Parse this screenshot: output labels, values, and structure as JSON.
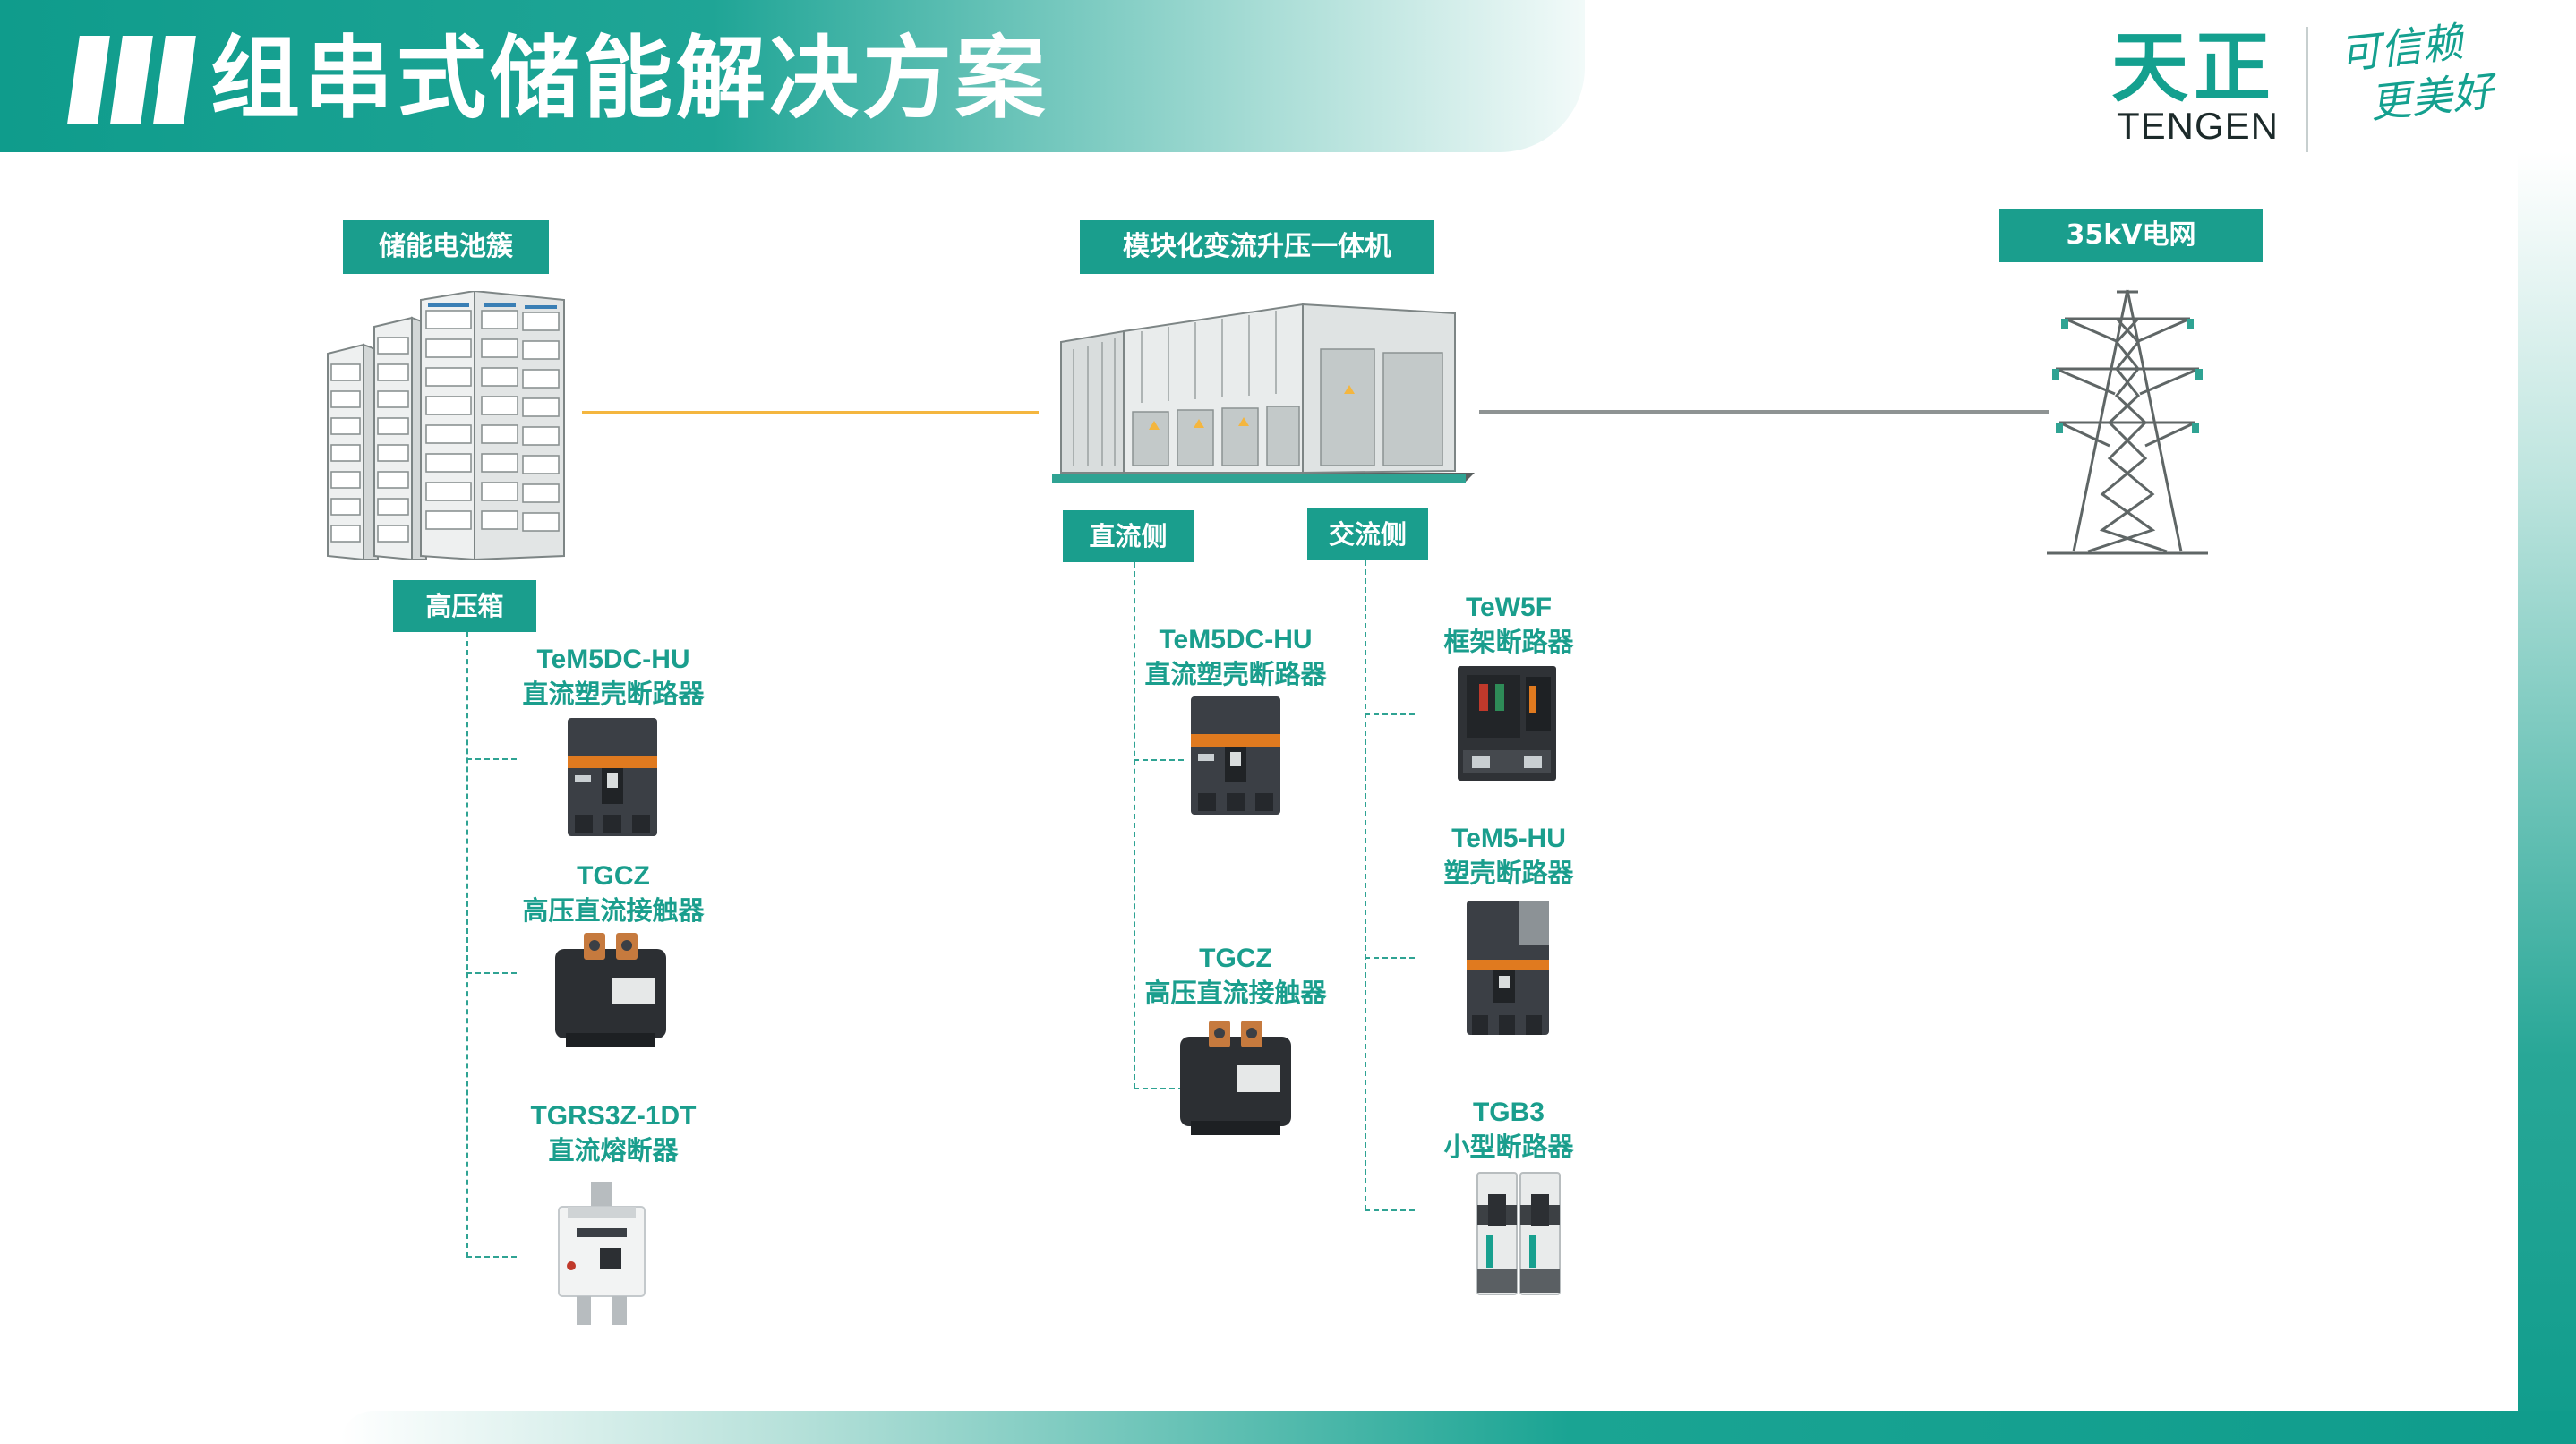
{
  "header": {
    "title": "组串式储能解决方案",
    "logo_cn": "天正",
    "logo_en": "TENGEN",
    "slogan_line1": "可信赖",
    "slogan_line2": "更美好"
  },
  "diagram": {
    "battery_cluster_label": "储能电池簇",
    "hv_box_label": "高压箱",
    "pcs_label": "模块化变流升压一体机",
    "dc_side_label": "直流侧",
    "ac_side_label": "交流侧",
    "grid_label": "35kV电网",
    "hv_box_products": [
      {
        "model": "TeM5DC-HU",
        "kind": "直流塑壳断路器"
      },
      {
        "model": "TGCZ",
        "kind": "高压直流接触器"
      },
      {
        "model": "TGRS3Z-1DT",
        "kind": "直流熔断器"
      }
    ],
    "dc_products": [
      {
        "model": "TeM5DC-HU",
        "kind": "直流塑壳断路器"
      },
      {
        "model": "TGCZ",
        "kind": "高压直流接触器"
      }
    ],
    "ac_products": [
      {
        "model": "TeW5F",
        "kind": "框架断路器"
      },
      {
        "model": "TeM5-HU",
        "kind": "塑壳断路器"
      },
      {
        "model": "TGB3",
        "kind": "小型断路器"
      }
    ]
  },
  "colors": {
    "brand_teal": "#1a9e8d",
    "link_orange": "#f4b63f",
    "grid_line_gray": "#8e9393"
  },
  "icons": [
    "battery-rack-icon",
    "container-converter-icon",
    "transmission-tower-icon",
    "molded-case-breaker-icon",
    "dc-contactor-icon",
    "fuse-icon",
    "air-circuit-breaker-icon",
    "miniature-breaker-icon"
  ]
}
